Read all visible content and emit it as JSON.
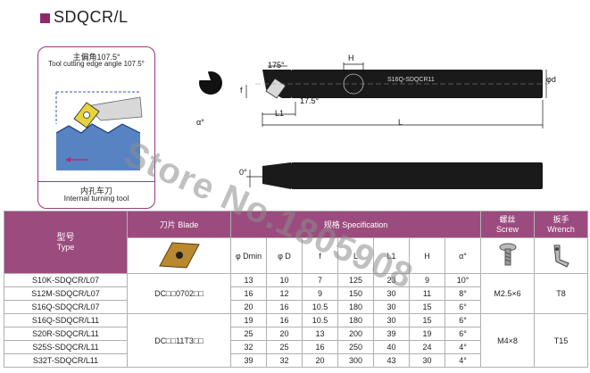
{
  "title": {
    "label": "SDQCR/L"
  },
  "side_card": {
    "angle_cn": "主偏角107.5°",
    "angle_en": "Tool cutting edge angle 107.5°",
    "use_cn": "内孔车刀",
    "use_en": "Internal turning tool"
  },
  "drawing": {
    "dims": {
      "a175": "175°",
      "a175b": "17.5°",
      "H": "H",
      "d": "φd",
      "f": "f",
      "L1": "L1",
      "L": "L",
      "alpha": "α°",
      "zero": "0°",
      "bar_text": "S16Q-SDQCR11"
    }
  },
  "watermark": "Store No.1805908",
  "table": {
    "headers": {
      "type_cn": "型号",
      "type_en": "Type",
      "blade": "刀片 Blade",
      "spec": "规格 Specification",
      "screw_cn": "螺丝",
      "screw_en": "Screw",
      "wrench_cn": "扳手",
      "wrench_en": "Wrench"
    },
    "sub_headers": [
      "φ Dmin",
      "φ D",
      "f",
      "L",
      "L1",
      "H",
      "α°"
    ],
    "rows": [
      {
        "type": "S10K-SDQCR/L07",
        "dmin": "13",
        "d": "10",
        "f": "7",
        "L": "125",
        "L1": "23",
        "H": "9",
        "a": "10°"
      },
      {
        "type": "S12M-SDQCR/L07",
        "dmin": "16",
        "d": "12",
        "f": "9",
        "L": "150",
        "L1": "30",
        "H": "11",
        "a": "8°"
      },
      {
        "type": "S16Q-SDQCR/L07",
        "dmin": "20",
        "d": "16",
        "f": "10.5",
        "L": "180",
        "L1": "30",
        "H": "15",
        "a": "6°"
      },
      {
        "type": "S16Q-SDQCR/L11",
        "dmin": "19",
        "d": "16",
        "f": "10.5",
        "L": "180",
        "L1": "30",
        "H": "15",
        "a": "6°"
      },
      {
        "type": "S20R-SDQCR/L11",
        "dmin": "25",
        "d": "20",
        "f": "13",
        "L": "200",
        "L1": "39",
        "H": "19",
        "a": "6°"
      },
      {
        "type": "S25S-SDQCR/L11",
        "dmin": "32",
        "d": "25",
        "f": "16",
        "L": "250",
        "L1": "40",
        "H": "24",
        "a": "4°"
      },
      {
        "type": "S32T-SDQCR/L11",
        "dmin": "39",
        "d": "32",
        "f": "20",
        "L": "300",
        "L1": "43",
        "H": "30",
        "a": "4°"
      }
    ],
    "blade_group_1": "DC□□0702□□",
    "blade_group_2": "DC□□11T3□□",
    "screw_1": "M2.5×6",
    "screw_2": "M4×8",
    "wrench_1": "T8",
    "wrench_2": "T15"
  },
  "colors": {
    "header_bg": "#9c4b7f",
    "accent": "#8e2a6c"
  }
}
